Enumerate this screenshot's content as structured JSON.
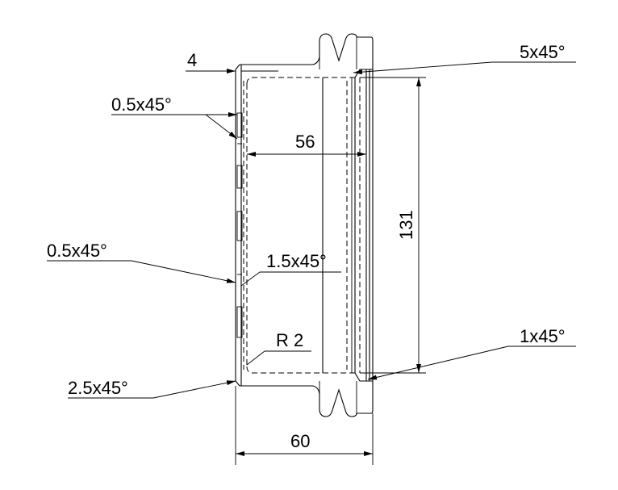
{
  "labels": {
    "dim_4": "4",
    "chamfer_top_left": "0.5x45°",
    "dim_56": "56",
    "chamfer_mid_left": "0.5x45°",
    "chamfer_inner": "1.5x45°",
    "radius": "R 2",
    "chamfer_bottom_left": "2.5x45°",
    "dim_60": "60",
    "dim_131": "131",
    "chamfer_top_right": "5x45°",
    "chamfer_bottom_right": "1x45°"
  },
  "colors": {
    "ink": "#000000",
    "paper": "#ffffff"
  }
}
